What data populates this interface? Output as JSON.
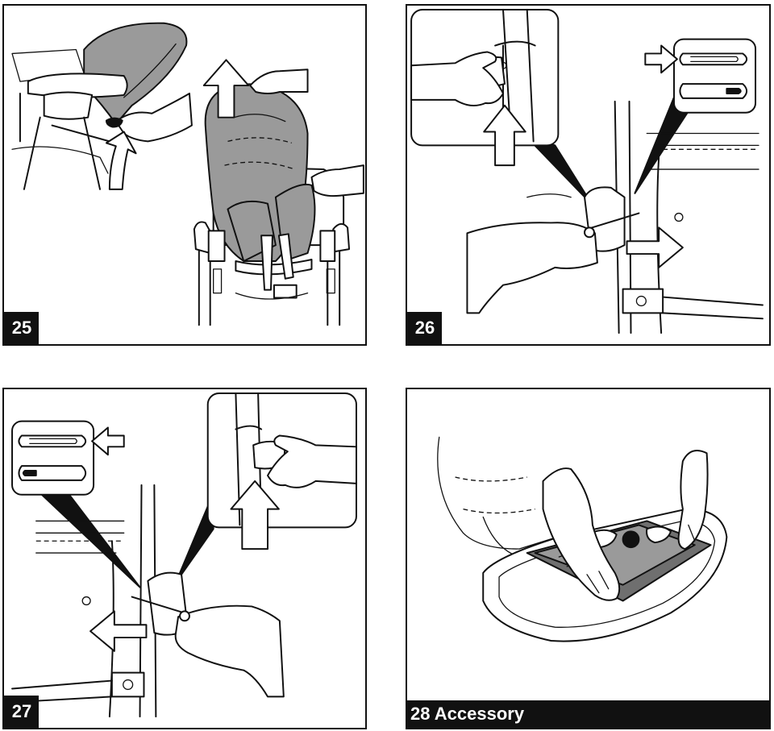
{
  "steps": [
    {
      "number": "25"
    },
    {
      "number": "26"
    },
    {
      "number": "27"
    },
    {
      "number": "28",
      "label": "28 Accessory"
    }
  ]
}
